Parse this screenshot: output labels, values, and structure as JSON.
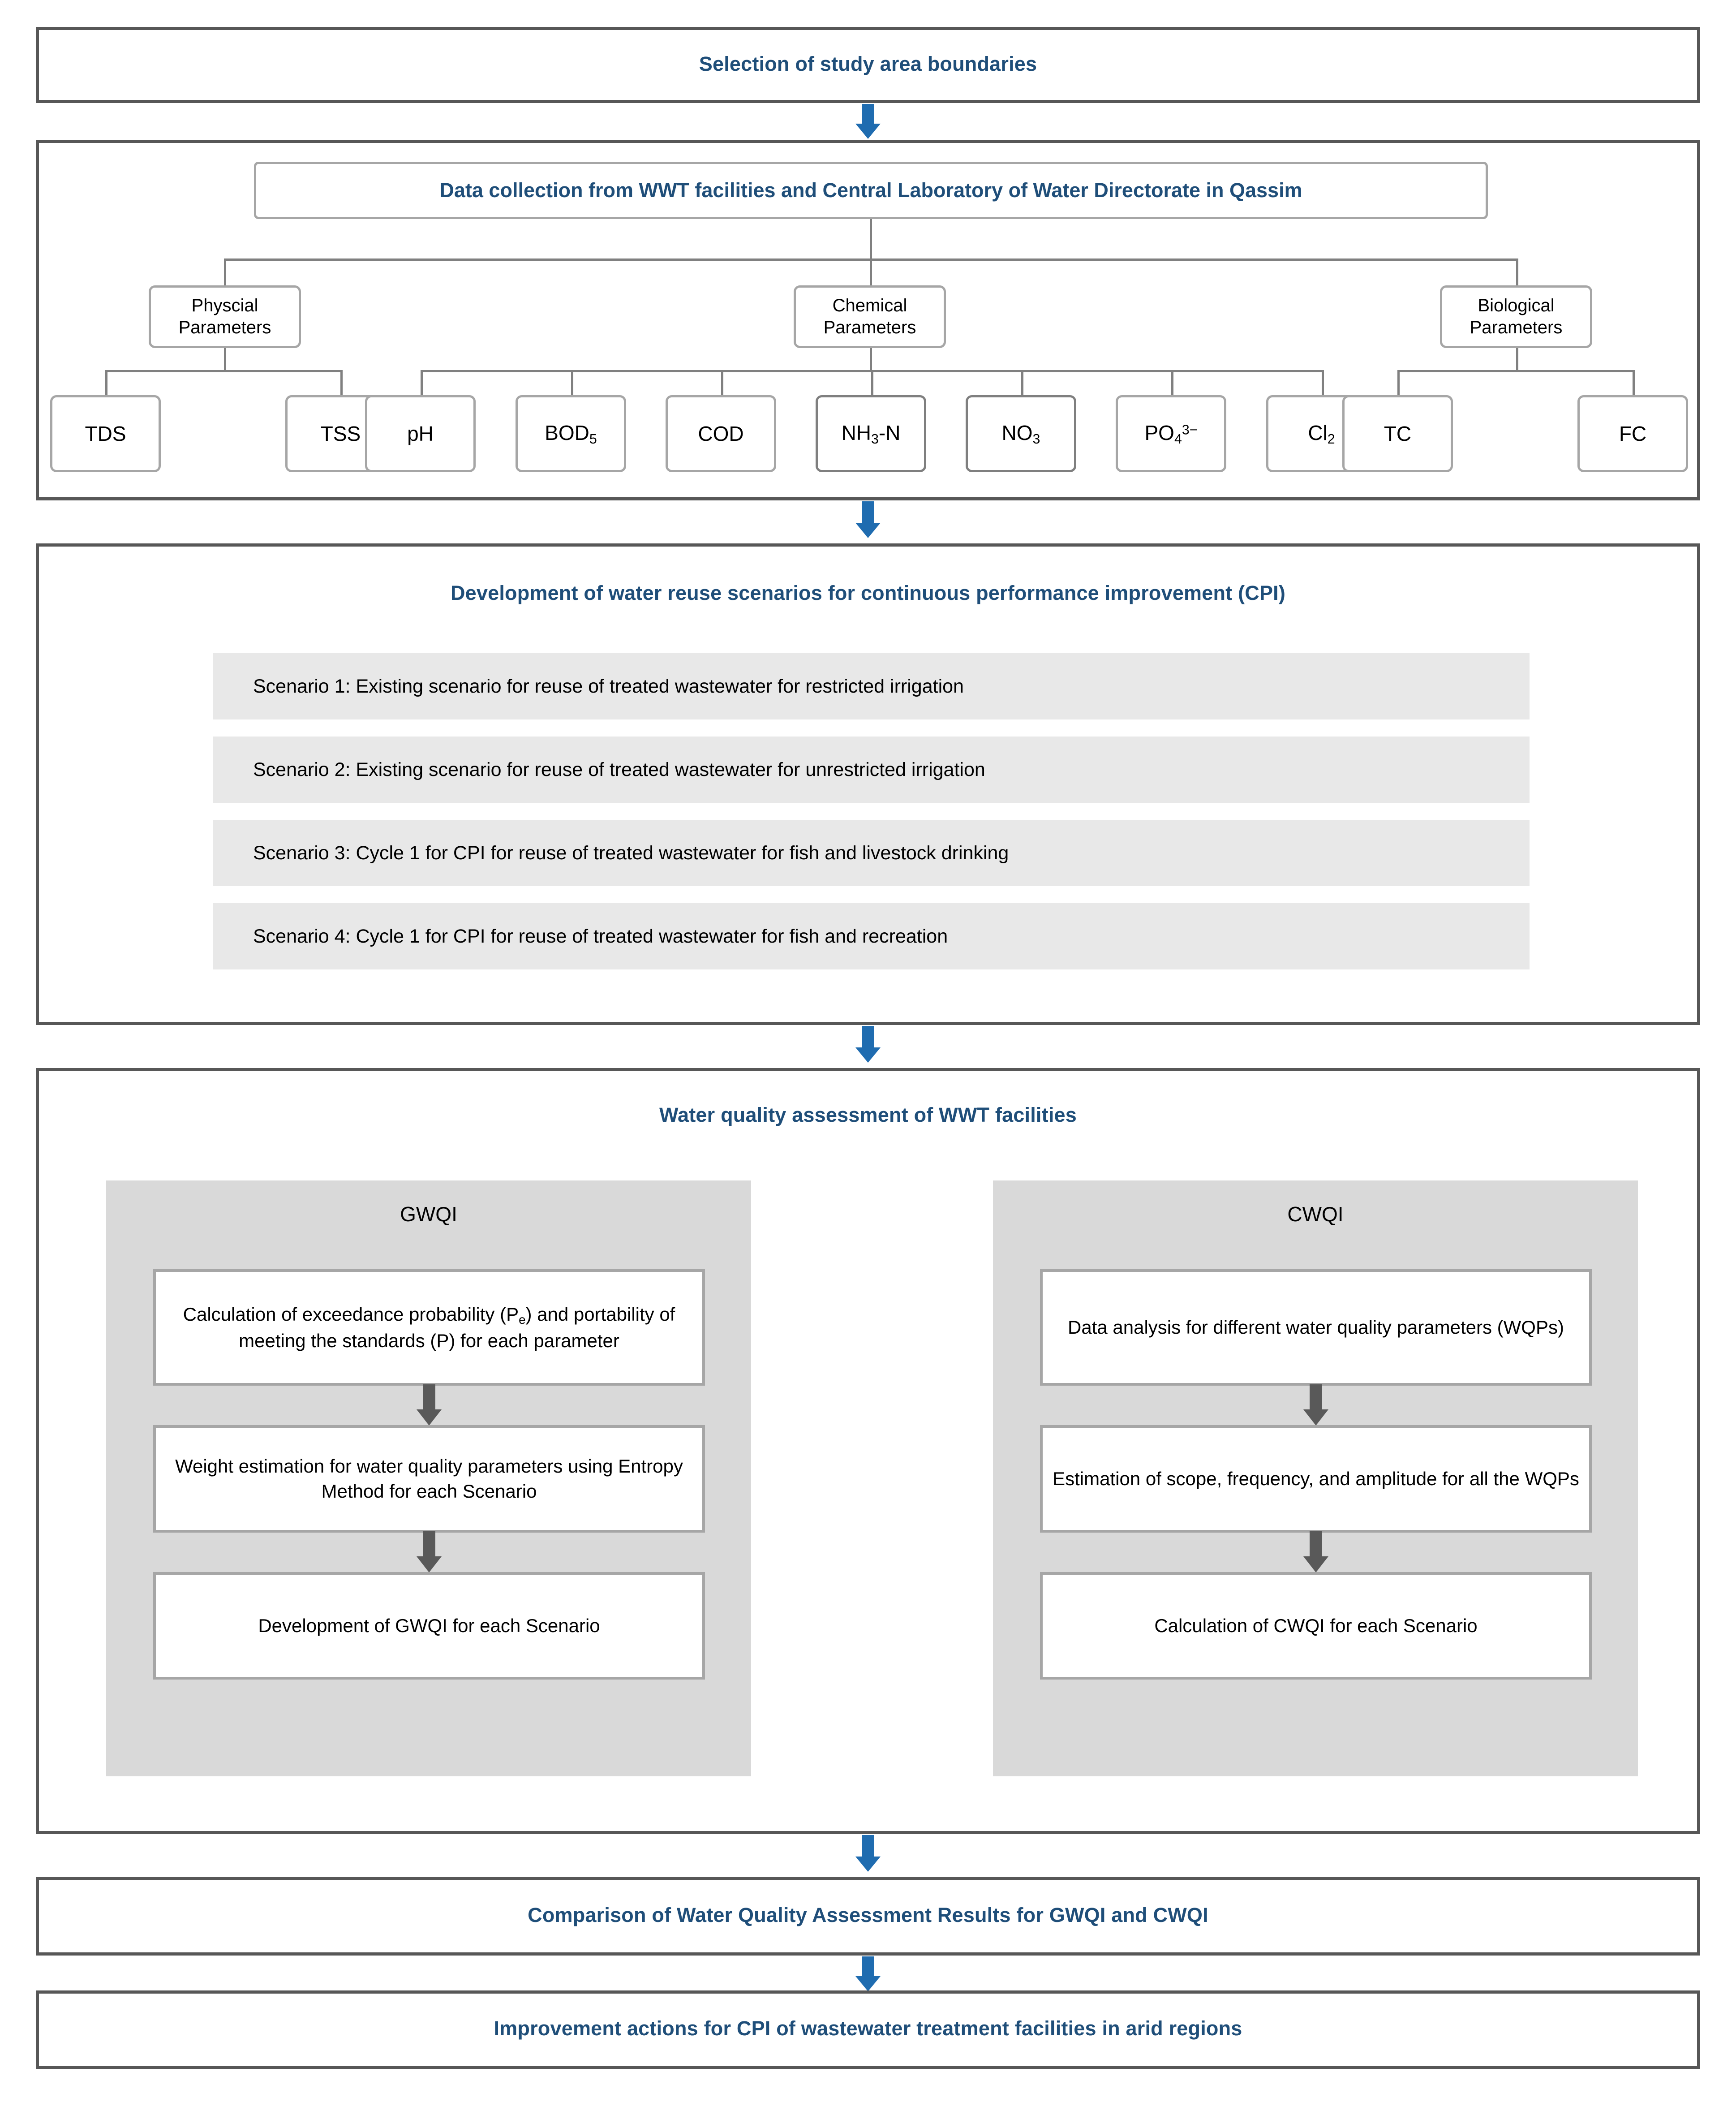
{
  "flow": {
    "step1": {
      "label": "Selection of study area boundaries"
    },
    "step2": {
      "header": "Data collection from WWT facilities and Central Laboratory of Water Directorate in Qassim",
      "categories": [
        {
          "label": "Physcial Parameters"
        },
        {
          "label": "Chemical Parameters"
        },
        {
          "label": "Biological Parameters"
        }
      ],
      "physical_params": [
        "TDS",
        "TSS"
      ],
      "chemical_params": [
        "pH",
        "BOD5",
        "COD",
        "NH3-N",
        "NO3",
        "PO43-",
        "Cl2"
      ],
      "biological_params": [
        "TC",
        "FC"
      ]
    },
    "step3": {
      "title": "Development of water reuse scenarios for continuous performance improvement (CPI)",
      "scenarios": [
        "Scenario 1: Existing scenario for reuse of treated wastewater for restricted irrigation",
        "Scenario 2: Existing scenario for reuse of treated wastewater for unrestricted irrigation",
        "Scenario 3: Cycle 1 for CPI for reuse of treated wastewater for fish and livestock drinking",
        "Scenario 4: Cycle 1 for CPI for reuse of treated wastewater for fish and recreation"
      ]
    },
    "step4": {
      "title": "Water quality assessment of WWT facilities",
      "gwqi": {
        "title": "GWQI",
        "steps": [
          "Calculation of exceedance probability (Pe) and portability of meeting the standards (P) for each parameter",
          "Weight estimation for water quality parameters using Entropy Method for each Scenario",
          "Development of GWQI for each Scenario"
        ]
      },
      "cwqi": {
        "title": "CWQI",
        "steps": [
          "Data analysis for different water quality parameters (WQPs)",
          "Estimation of scope, frequency, and amplitude for all the WQPs",
          "Calculation of CWQI for each Scenario"
        ]
      }
    },
    "step5": {
      "label": "Comparison of Water Quality Assessment Results for GWQI and CWQI"
    },
    "step6": {
      "label": "Improvement actions for CPI of wastewater treatment facilities in arid regions"
    }
  },
  "colors": {
    "accent_blue": "#1f4e79",
    "arrow_blue": "#1f6cb0",
    "stage_border": "#575757",
    "node_border": "#a6a6a6",
    "panel_bg": "#d9d9d9",
    "pill_bg": "#e8e8e8",
    "grey_arrow": "#595959"
  }
}
